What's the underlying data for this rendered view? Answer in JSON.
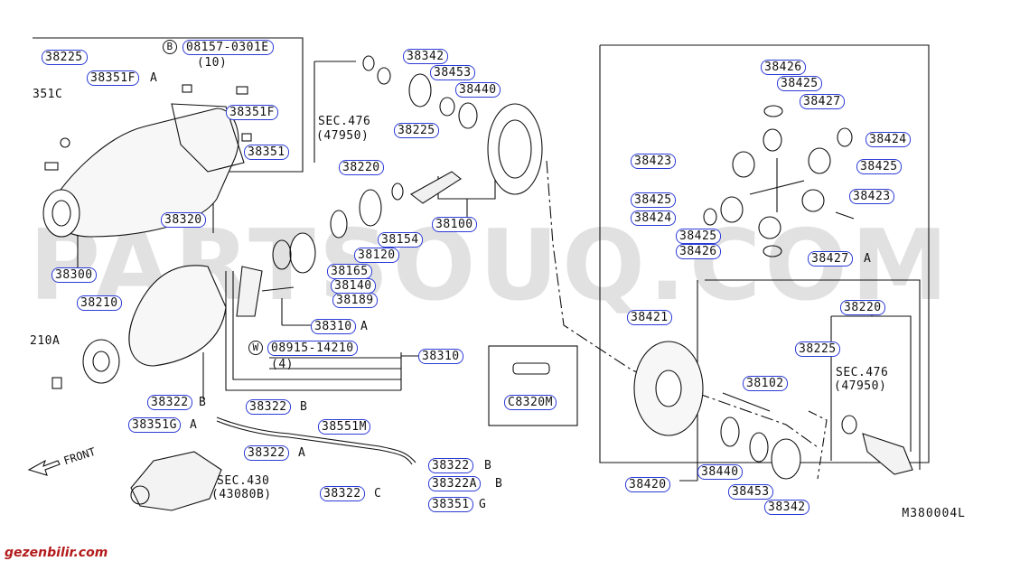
{
  "watermark": "PARTSOUQ.COM",
  "brand": "gezenbilir.com",
  "diagram_code": "M380004L",
  "front_label": "FRONT",
  "notes": {
    "sec476_a": "SEC.476",
    "sec476_a_code": "(47950)",
    "sec476_b": "SEC.476",
    "sec476_b_code": "(47950)",
    "sec430": "SEC.430",
    "sec430_code": "(43080B)",
    "bolt_b_qty": "(10)",
    "bolt_w_qty": "(4)",
    "left_cut_1": "351C",
    "left_cut_2": "210A"
  },
  "marks": {
    "b": "B",
    "w": "W"
  },
  "parts": [
    {
      "id": "p38225a",
      "text": "38225",
      "sfx": ""
    },
    {
      "id": "p08157",
      "text": "08157-0301E",
      "sfx": ""
    },
    {
      "id": "p38351fa",
      "text": "38351F",
      "sfx": "A"
    },
    {
      "id": "p38351f",
      "text": "38351F",
      "sfx": ""
    },
    {
      "id": "p38351",
      "text": "38351",
      "sfx": ""
    },
    {
      "id": "p38320",
      "text": "38320",
      "sfx": ""
    },
    {
      "id": "p38300",
      "text": "38300",
      "sfx": ""
    },
    {
      "id": "p38210",
      "text": "38210",
      "sfx": ""
    },
    {
      "id": "p38342a",
      "text": "38342",
      "sfx": ""
    },
    {
      "id": "p38453a",
      "text": "38453",
      "sfx": ""
    },
    {
      "id": "p38440a",
      "text": "38440",
      "sfx": ""
    },
    {
      "id": "p38225b",
      "text": "38225",
      "sfx": ""
    },
    {
      "id": "p38220a",
      "text": "38220",
      "sfx": ""
    },
    {
      "id": "p38100",
      "text": "38100",
      "sfx": ""
    },
    {
      "id": "p38154",
      "text": "38154",
      "sfx": ""
    },
    {
      "id": "p38120",
      "text": "38120",
      "sfx": ""
    },
    {
      "id": "p38165",
      "text": "38165",
      "sfx": ""
    },
    {
      "id": "p38140",
      "text": "38140",
      "sfx": ""
    },
    {
      "id": "p38189",
      "text": "38189",
      "sfx": ""
    },
    {
      "id": "p38310a",
      "text": "38310",
      "sfx": "A"
    },
    {
      "id": "p08915",
      "text": "08915-14210",
      "sfx": ""
    },
    {
      "id": "p38310",
      "text": "38310",
      "sfx": ""
    },
    {
      "id": "pc38320m",
      "text": "C8320M",
      "sfx": ""
    },
    {
      "id": "p38322b1",
      "text": "38322",
      "sfx": "B"
    },
    {
      "id": "p38322b2",
      "text": "38322",
      "sfx": "B"
    },
    {
      "id": "p38351ga",
      "text": "38351G",
      "sfx": "A"
    },
    {
      "id": "p38551m",
      "text": "38551M",
      "sfx": ""
    },
    {
      "id": "p38322a",
      "text": "38322",
      "sfx": "A"
    },
    {
      "id": "p38322b3",
      "text": "38322",
      "sfx": "B"
    },
    {
      "id": "p38322ab",
      "text": "38322A",
      "sfx": "B"
    },
    {
      "id": "p38322c",
      "text": "38322",
      "sfx": "C"
    },
    {
      "id": "p38351g",
      "text": "38351",
      "sfx": "G"
    },
    {
      "id": "p38426a",
      "text": "38426",
      "sfx": ""
    },
    {
      "id": "p38425a",
      "text": "38425",
      "sfx": ""
    },
    {
      "id": "p38427",
      "text": "38427",
      "sfx": ""
    },
    {
      "id": "p38424a",
      "text": "38424",
      "sfx": ""
    },
    {
      "id": "p38423a",
      "text": "38423",
      "sfx": ""
    },
    {
      "id": "p38425b",
      "text": "38425",
      "sfx": ""
    },
    {
      "id": "p38425c",
      "text": "38425",
      "sfx": ""
    },
    {
      "id": "p38423b",
      "text": "38423",
      "sfx": ""
    },
    {
      "id": "p38424b",
      "text": "38424",
      "sfx": ""
    },
    {
      "id": "p38425d",
      "text": "38425",
      "sfx": ""
    },
    {
      "id": "p38426b",
      "text": "38426",
      "sfx": ""
    },
    {
      "id": "p38427a",
      "text": "38427",
      "sfx": "A"
    },
    {
      "id": "p38421",
      "text": "38421",
      "sfx": ""
    },
    {
      "id": "p38220b",
      "text": "38220",
      "sfx": ""
    },
    {
      "id": "p38225c",
      "text": "38225",
      "sfx": ""
    },
    {
      "id": "p38102",
      "text": "38102",
      "sfx": ""
    },
    {
      "id": "p38440b",
      "text": "38440",
      "sfx": ""
    },
    {
      "id": "p38420",
      "text": "38420",
      "sfx": ""
    },
    {
      "id": "p38453b",
      "text": "38453",
      "sfx": ""
    },
    {
      "id": "p38342b",
      "text": "38342",
      "sfx": ""
    }
  ]
}
